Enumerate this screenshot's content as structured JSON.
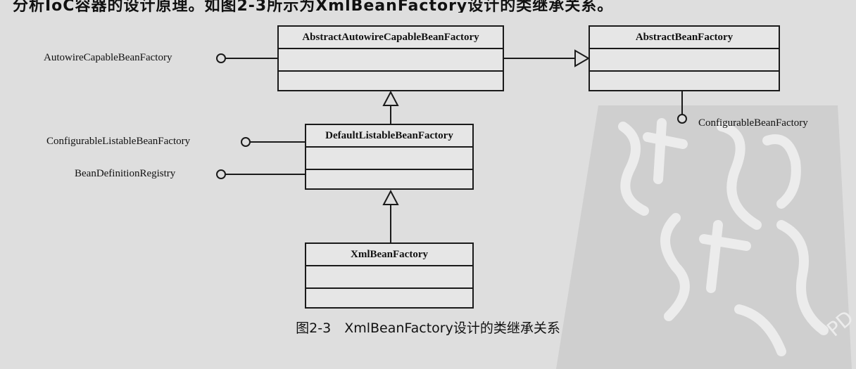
{
  "header_text": "分析IoC容器的设计原理。如图2-3所示为XmlBeanFactory设计的类继承关系。",
  "classes": {
    "abstract_autowire": "AbstractAutowireCapableBeanFactory",
    "abstract_bean": "AbstractBeanFactory",
    "default_listable": "DefaultListableBeanFactory",
    "xml_bean": "XmlBeanFactory"
  },
  "interfaces": {
    "autowire_capable": "AutowireCapableBeanFactory",
    "configurable_listable": "ConfigurableListableBeanFactory",
    "definition_registry": "BeanDefinitionRegistry",
    "configurable": "ConfigurableBeanFactory"
  },
  "caption": "图2-3　XmlBeanFactory设计的类继承关系",
  "colors": {
    "line": "#1a1a1a",
    "background": "#dedede",
    "box": "#e6e6e6",
    "watermark": "#c9c9c9"
  },
  "icons": {
    "interface": "lollipop-circle",
    "inheritance": "hollow-triangle-arrow"
  }
}
